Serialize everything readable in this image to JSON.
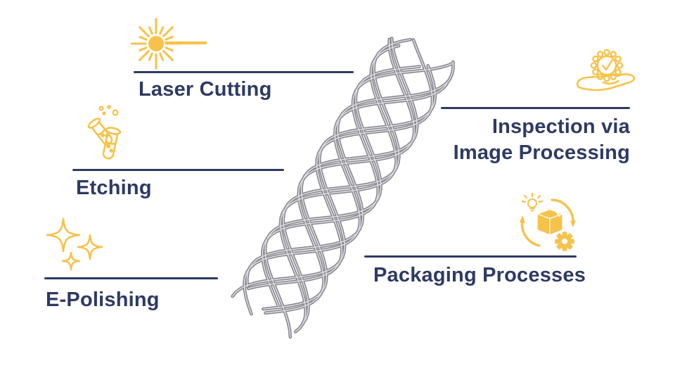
{
  "palette": {
    "navy": "#2E3A64",
    "yellow": "#F6C24A",
    "wire": "#85858C",
    "wire_highlight": "#DCDCE1",
    "background": "#FFFFFF"
  },
  "diagram": {
    "center_image": "braided-metal-stent-mesh",
    "items": [
      {
        "id": "laser-cutting",
        "label": "Laser Cutting",
        "icon": "laser-beam-icon"
      },
      {
        "id": "etching",
        "label": "Etching",
        "icon": "test-tubes-icon"
      },
      {
        "id": "e-polishing",
        "label": "E-Polishing",
        "icon": "sparkles-icon"
      },
      {
        "id": "inspection",
        "label_line1": "Inspection via",
        "label_line2": "Image Processing",
        "icon": "quality-check-hand-icon"
      },
      {
        "id": "packaging",
        "label": "Packaging Processes",
        "icon": "packaging-automation-icon"
      }
    ]
  }
}
